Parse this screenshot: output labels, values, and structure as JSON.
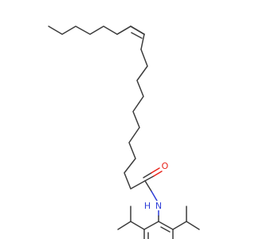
{
  "molecule": {
    "atoms": {
      "oxygen": {
        "symbol": "O",
        "color": "#e8241b"
      },
      "nitrogen_symbol": {
        "symbol": "N",
        "color": "#2f3fd8"
      },
      "nitrogen_hydrogen": {
        "symbol": "H",
        "color": "#2f3fd8"
      }
    },
    "bond_color": "#3c3c3c",
    "double_bond_stereo": "Z"
  }
}
